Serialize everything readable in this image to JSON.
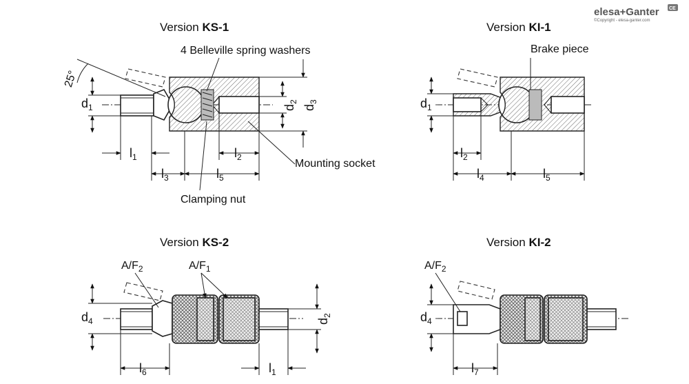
{
  "brand": {
    "name": "elesa+Ganter",
    "copyright": "©Copyright - elesa-ganter.com",
    "badge": "CE"
  },
  "views": {
    "ks1": {
      "prefix": "Version ",
      "code": "KS-1"
    },
    "ki1": {
      "prefix": "Version ",
      "code": "KI-1"
    },
    "ks2": {
      "prefix": "Version ",
      "code": "KS-2"
    },
    "ki2": {
      "prefix": "Version ",
      "code": "KI-2"
    }
  },
  "callouts": {
    "belleville": "4 Belleville spring washers",
    "mounting_socket": "Mounting socket",
    "clamping_nut": "Clamping nut",
    "brake_piece": "Brake piece"
  },
  "angle": "25°",
  "dims": {
    "d": "d",
    "l": "l",
    "af": "A/F",
    "s1": "1",
    "s2": "2",
    "s3": "3",
    "s4": "4",
    "s5": "5",
    "s6": "6",
    "s7": "7"
  }
}
